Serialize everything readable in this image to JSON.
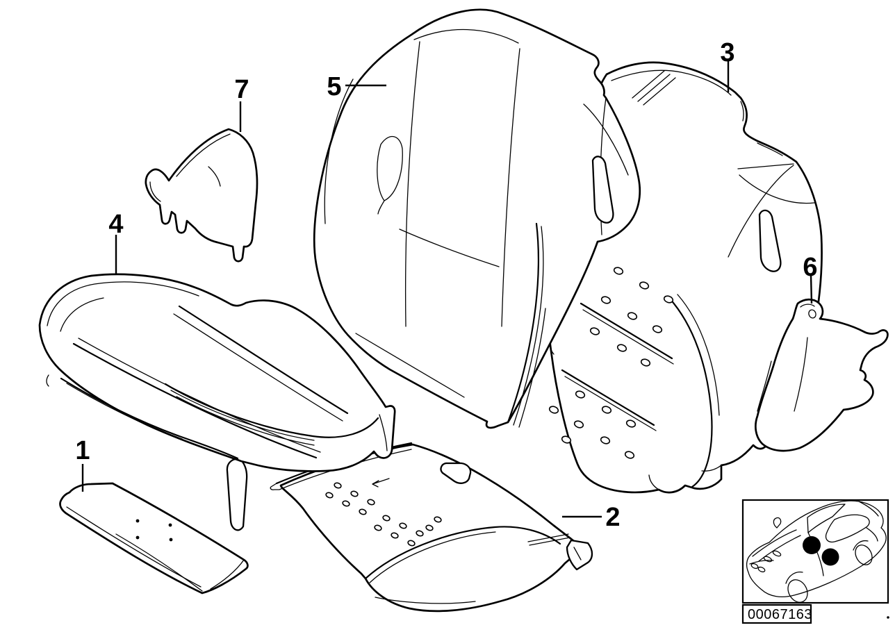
{
  "colors": {
    "background": "#ffffff",
    "line": "#000000",
    "seat_marker": "#000000"
  },
  "callouts": [
    {
      "label": "1"
    },
    {
      "label": "2"
    },
    {
      "label": "3"
    },
    {
      "label": "4"
    },
    {
      "label": "5"
    },
    {
      "label": "6"
    },
    {
      "label": "7"
    }
  ],
  "footer": {
    "part_number": "00067163"
  }
}
